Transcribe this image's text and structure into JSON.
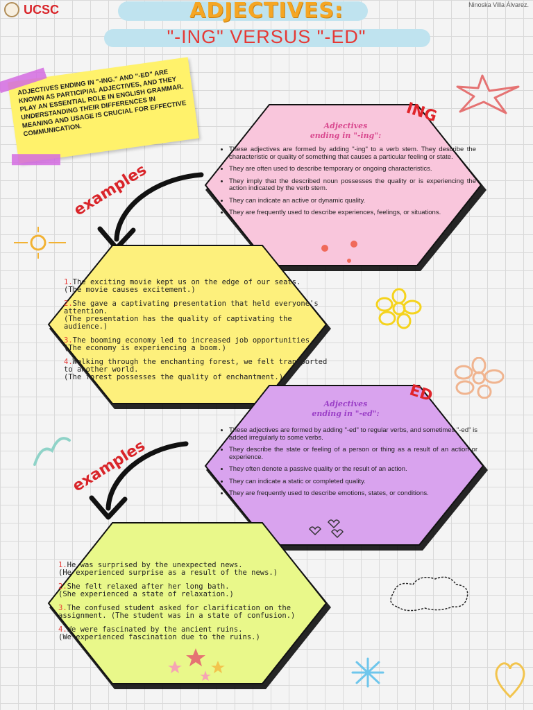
{
  "header": {
    "logo": "UCSC",
    "author": "Ninoska Villa Álvarez.",
    "title": "ADJECTIVES:",
    "subtitle": "\"-ING\" VERSUS \"-ED\""
  },
  "intro": "ADJECTIVES ENDING IN \"-ING.\" AND \"-ED\" ARE KNOWN AS PARTICIPIAL ADJECTIVES, AND THEY PLAY AN ESSENTIAL ROLE IN ENGLISH GRAMMAR. UNDERSTANDING THEIR DIFFERENCES IN MEANING AND USAGE IS CRUCIAL FOR EFFECTIVE COMMUNICATION.",
  "ing": {
    "tag": "ING",
    "title_line1": "Adjectives",
    "title_line2": "ending in \"-ing\":",
    "points": [
      "These adjectives are formed by adding \"-ing\" to a verb stem. They describe the characteristic or quality of something that causes a particular feeling or state.",
      "They are often used to describe temporary or ongoing characteristics.",
      "They imply that the described noun possesses the quality or is experiencing the action indicated by the verb stem.",
      "They can indicate an active or dynamic quality.",
      "They are frequently used to describe experiences, feelings, or situations."
    ],
    "examples_label": "examples",
    "examples": [
      {
        "n": "1.",
        "t": "The exciting movie kept us on the edge of our seats.\n(The movie causes excitement.)"
      },
      {
        "n": "2.",
        "t": "She gave a captivating presentation that held everyone's attention.\n (The presentation has the quality of captivating the audience.)"
      },
      {
        "n": "3.",
        "t": "The booming economy led to increased job opportunities. (The economy is experiencing a boom.)"
      },
      {
        "n": "4.",
        "t": "Walking through the enchanting forest, we felt transported to another world.\n(The forest possesses the quality of enchantment.)"
      }
    ]
  },
  "ed": {
    "tag": "ED",
    "title_line1": "Adjectives",
    "title_line2": "ending in \"-ed\":",
    "points": [
      "These adjectives are formed by adding \"-ed\" to regular verbs, and sometimes \"-ed\" is added irregularly to some verbs.",
      "They describe the state or feeling of a person or thing as a result of an action or experience.",
      "They often denote a passive quality or the result of an action.",
      "They can indicate a static or completed quality.",
      "They are frequently used to describe emotions, states, or conditions."
    ],
    "examples_label": "examples",
    "examples": [
      {
        "n": "1.",
        "t": "He was surprised by the unexpected news.\n (He experienced surprise as a result of the news.)"
      },
      {
        "n": "2.",
        "t": "She felt relaxed after her long bath.\n (She experienced a state of relaxation.)"
      },
      {
        "n": "3.",
        "t": "The confused student asked for clarification on the assignment. (The student was in a state of confusion.)"
      },
      {
        "n": "4.",
        "t": "We were fascinated by the ancient ruins.\n(We experienced fascination due to the ruins.)"
      }
    ]
  },
  "colors": {
    "ing_hex": "#f9c6dc",
    "ing_examples_hex": "#fdf07c",
    "ed_hex": "#d9a3ee",
    "ed_examples_hex": "#e9f88a",
    "accent_red": "#e0242a",
    "title_orange": "#f5a623"
  }
}
